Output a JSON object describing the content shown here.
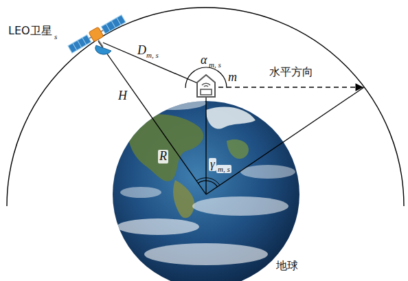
{
  "diagram": {
    "labels": [
      "LEO卫星",
      "s",
      "D",
      "m, s",
      "α",
      "m, s",
      "H",
      "R",
      "γ",
      "m, s",
      "m",
      "水平方向",
      "地球"
    ]
  }
}
